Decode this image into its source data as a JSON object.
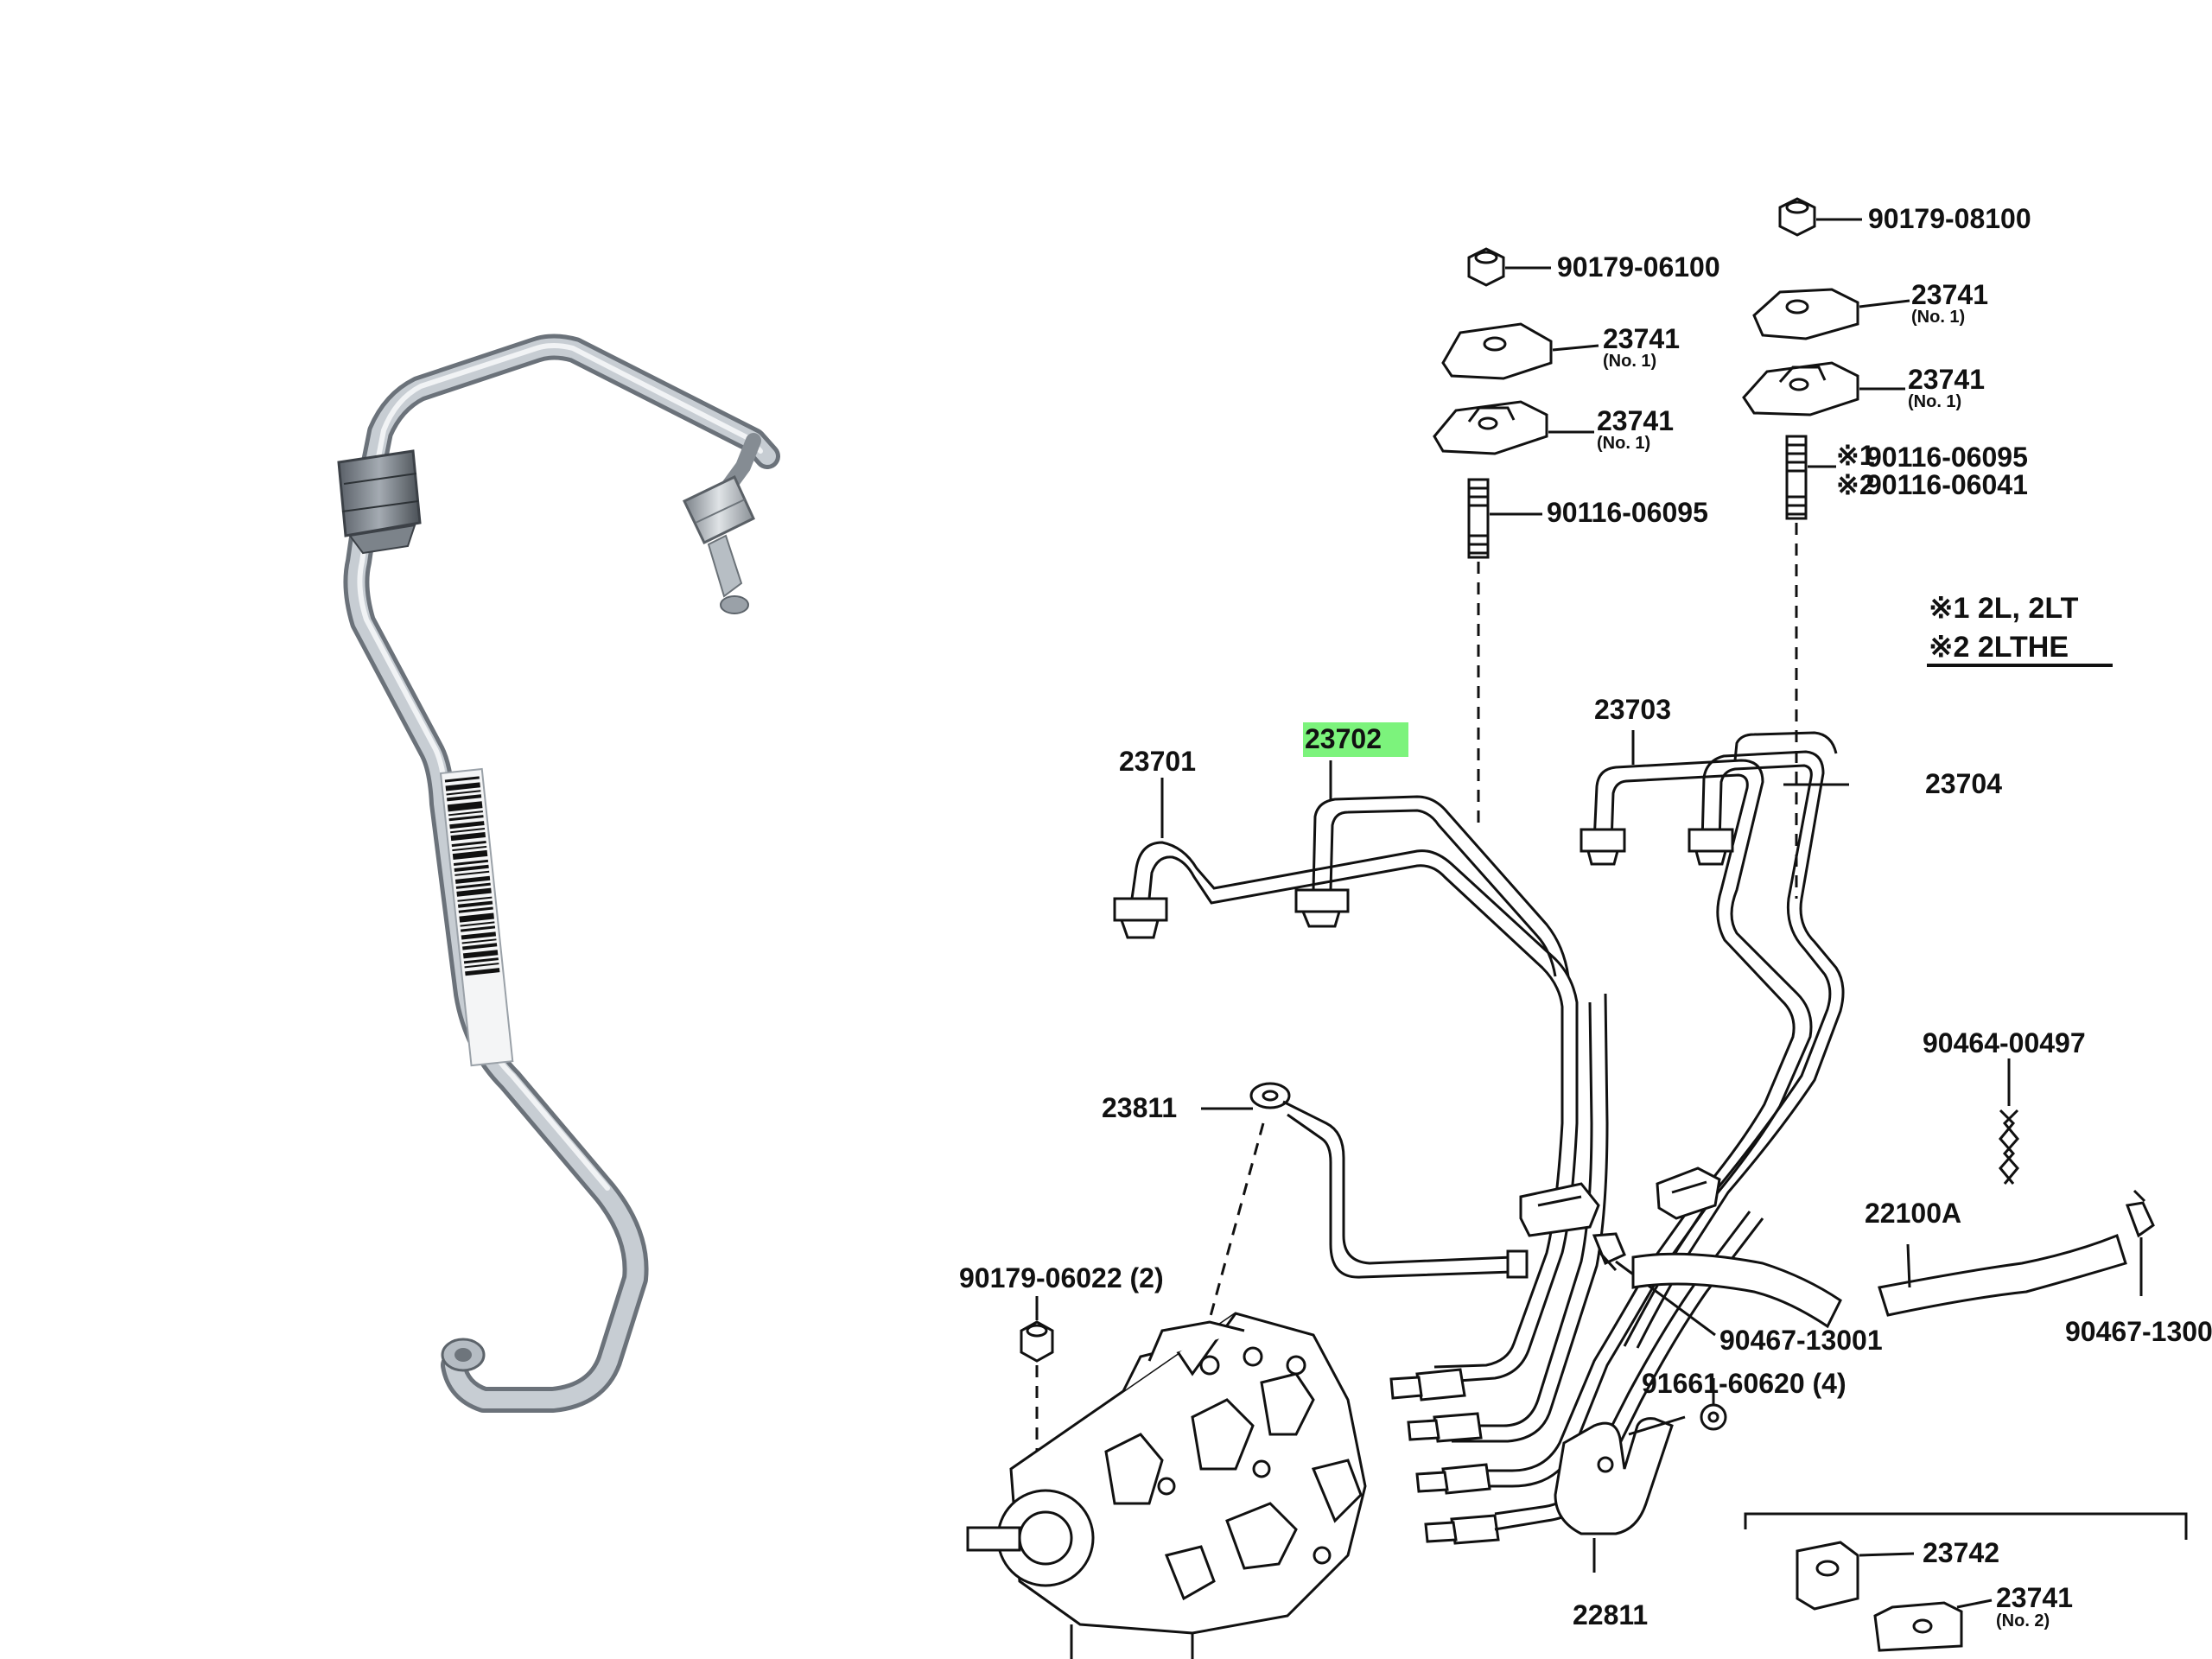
{
  "colors": {
    "line": "#111111",
    "highlight": "#7CF37C",
    "pipe_light": "#d7dbe0",
    "pipe_mid": "#aab1b9",
    "pipe_dark": "#6f767e",
    "nut_dark": "#4f555c"
  },
  "diagram": {
    "labels": {
      "nut_top_right": "90179-08100",
      "nut_top_mid": "90179-06100",
      "clamp_r1": "23741",
      "clamp_r1_sub": "(No. 1)",
      "clamp_r2": "23741",
      "clamp_r2_sub": "(No. 1)",
      "clamp_m1": "23741",
      "clamp_m1_sub": "(No. 1)",
      "clamp_m2": "23741",
      "clamp_m2_sub": "(No. 1)",
      "stud_right_1": "90116-06095",
      "stud_right_1_mark": "※1",
      "stud_right_2": "90116-06041",
      "stud_right_2_mark": "※2",
      "stud_mid": "90116-06095",
      "note_1": "※1 2L, 2LT",
      "note_2": "※2 2LTHE",
      "pipe_1": "23701",
      "pipe_2": "23702",
      "pipe_3": "23703",
      "pipe_4": "23704",
      "clip_a": "90464-00497",
      "banjo": "23811",
      "hose": "22100A",
      "nut_pump": "90179-06022 (2)",
      "clip_b": "90467-13001",
      "clip_c": "90467-1300",
      "screw": "91661-60620 (4)",
      "bracket": "22811",
      "clamp_bottom": "23742",
      "clamp_bottom2": "23741",
      "clamp_bottom2_sub": "(No. 2)"
    }
  }
}
